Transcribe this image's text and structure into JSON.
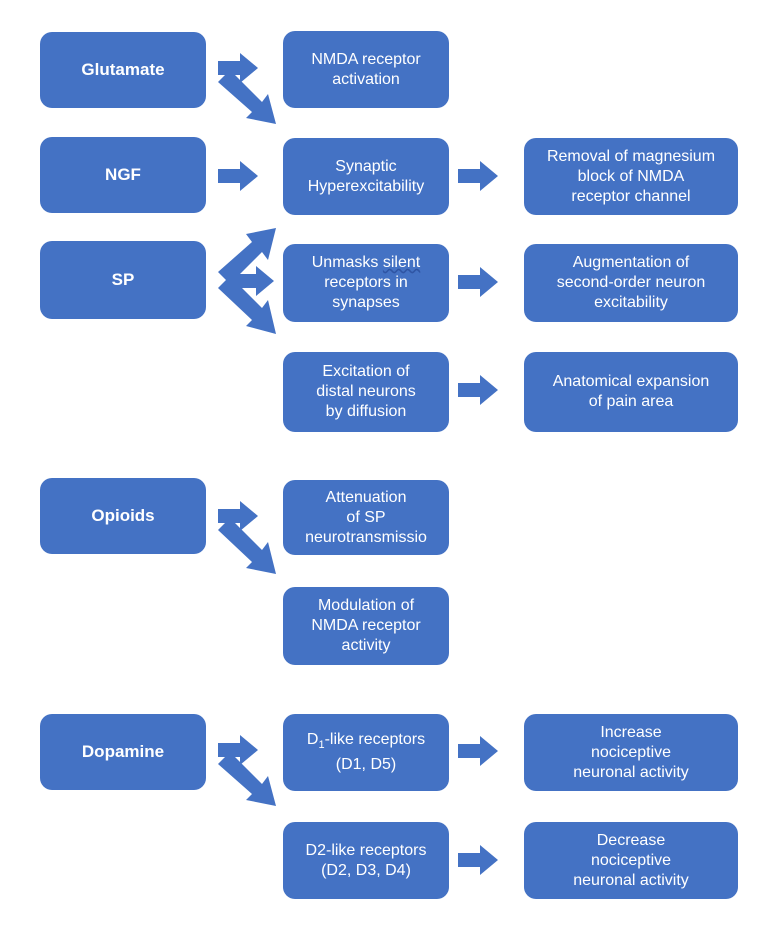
{
  "sources": {
    "glutamate": "Glutamate",
    "ngf": "NGF",
    "sp": "SP",
    "opioids": "Opioids",
    "dopamine": "Dopamine"
  },
  "effects": {
    "nmda_activation": "NMDA receptor\nactivation",
    "synaptic_hyperexcitability": "Synaptic\nHyperexcitability",
    "unmasks_prefix": "Unmasks ",
    "unmasks_silent": "silent",
    "unmasks_rest": "\nreceptors in\nsynapses",
    "excitation_distal": "Excitation of\ndistal neurons\nby diffusion",
    "attenuation_sp": "Attenuation\nof SP\nneurotransmissio",
    "modulation_nmda": "Modulation  of\nNMDA receptor\nactivity",
    "d1_line1": "D",
    "d1_line1_sub": "1",
    "d1_line1_rest": "-like receptors",
    "d1_line2": "(D1, D5)",
    "d2_line1": "D2-like receptors",
    "d2_line2": "(D2, D3, D4)"
  },
  "outcomes": {
    "removal_mg": "Removal of magnesium\nblock of NMDA\nreceptor channel",
    "augmentation": "Augmentation  of\nsecond-order neuron\nexcitability",
    "anatomical_expansion": "Anatomical expansion\nof pain area",
    "increase_activity": "Increase\nnociceptive\nneuronal activity",
    "decrease_activity": "Decrease\nnociceptive\nneuronal activity"
  },
  "colors": {
    "box_fill": "#4472C4",
    "arrow_fill": "#4472C4",
    "text": "#ffffff"
  }
}
